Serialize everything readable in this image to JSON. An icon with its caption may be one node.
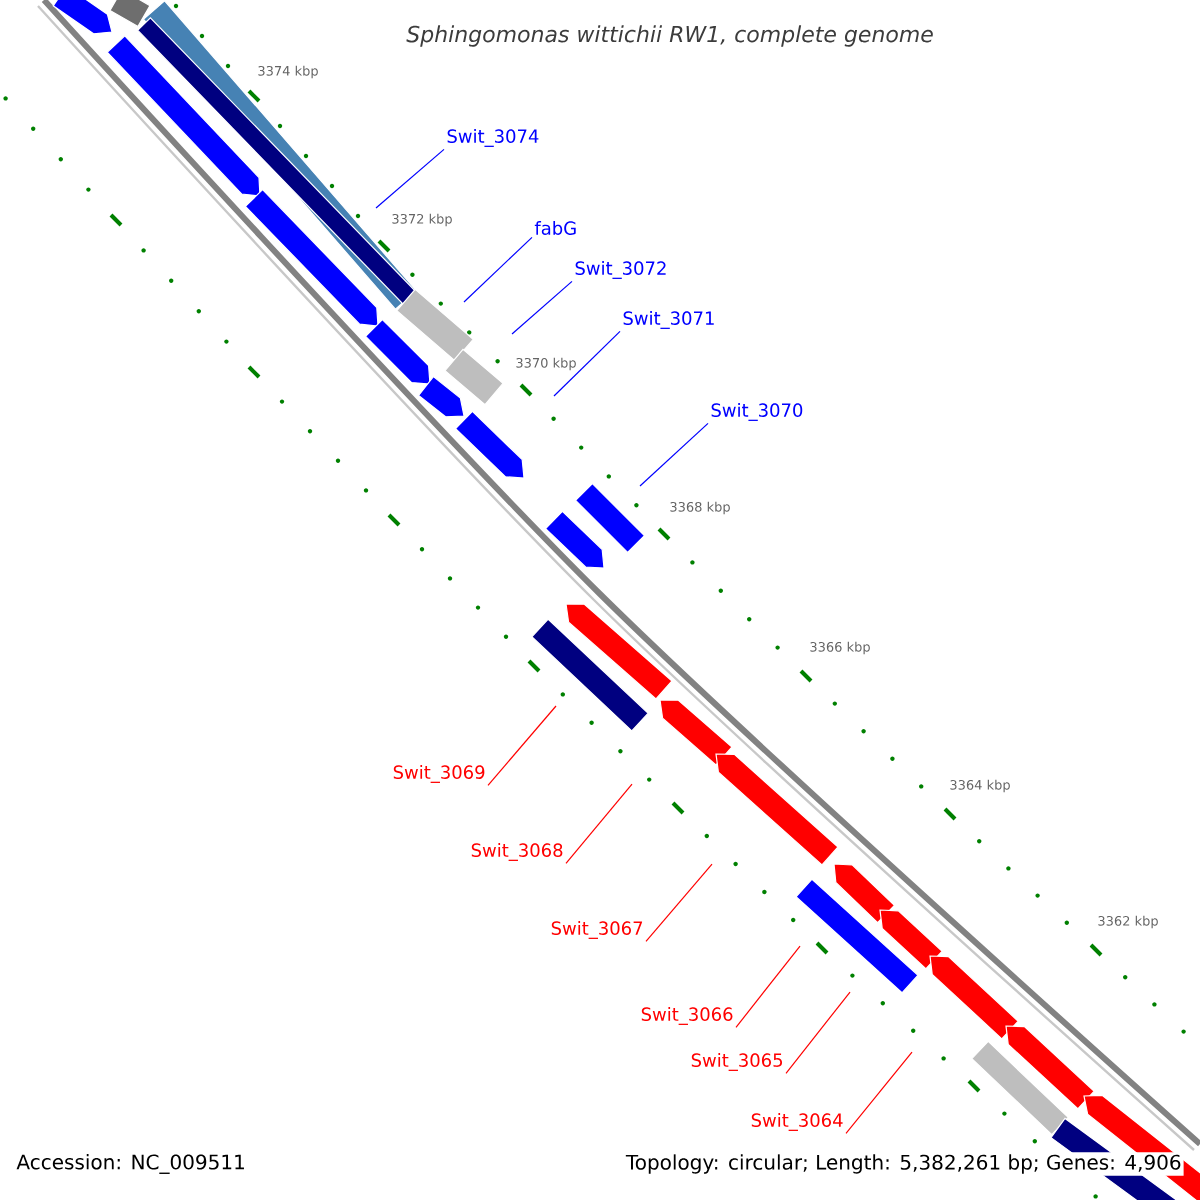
{
  "diagram": {
    "title": "Sphingomonas wittichii RW1, complete genome",
    "nodes": [
      {
        "text": [
          "Swit_3074"
        ]
      },
      {
        "text": [
          "fabG"
        ]
      },
      {
        "text": [
          "Swit_3072"
        ]
      },
      {
        "text": [
          "Swit_3071"
        ]
      },
      {
        "text": [
          "Swit_3070"
        ]
      },
      {
        "text": [
          "Swit_3069"
        ]
      },
      {
        "text": [
          "Swit_3068"
        ]
      },
      {
        "text": [
          "Swit_3067"
        ]
      },
      {
        "text": [
          "Swit_3066"
        ]
      },
      {
        "text": [
          "Swit_3065"
        ]
      },
      {
        "text": [
          "Swit_3064"
        ]
      }
    ],
    "edges": [
      {
        "from": 0,
        "to": null,
        "arrow": "none",
        "color": "#0000ff"
      },
      {
        "from": 1,
        "to": null,
        "arrow": "none",
        "color": "#0000ff"
      },
      {
        "from": 2,
        "to": null,
        "arrow": "none",
        "color": "#0000ff"
      },
      {
        "from": 3,
        "to": null,
        "arrow": "none",
        "color": "#0000ff"
      },
      {
        "from": 4,
        "to": null,
        "arrow": "none",
        "color": "#0000ff"
      },
      {
        "from": 5,
        "to": null,
        "arrow": "none",
        "color": "#ff0000"
      },
      {
        "from": 6,
        "to": null,
        "arrow": "none",
        "color": "#ff0000"
      },
      {
        "from": 7,
        "to": null,
        "arrow": "none",
        "color": "#ff0000"
      },
      {
        "from": 8,
        "to": null,
        "arrow": "none",
        "color": "#ff0000"
      },
      {
        "from": 9,
        "to": null,
        "arrow": "none",
        "color": "#ff0000"
      },
      {
        "from": 10,
        "to": null,
        "arrow": "none",
        "color": "#ff0000"
      }
    ],
    "labels": [
      "3374 kbp",
      "3372 kbp",
      "3370 kbp",
      "3368 kbp",
      "3366 kbp",
      "3364 kbp",
      "3362 kbp",
      "Accession: NC_009511",
      "Topology: circular; Length: 5,382,261 bp; Genes: 4,906"
    ]
  }
}
